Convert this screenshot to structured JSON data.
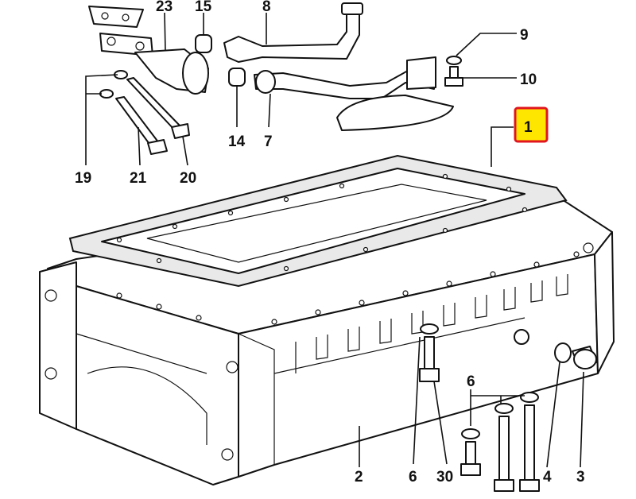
{
  "diagram": {
    "labels": {
      "p23": "23",
      "p15": "15",
      "p8": "8",
      "p9": "9",
      "p10": "10",
      "p14": "14",
      "p7": "7",
      "p1": "1",
      "p19": "19",
      "p21": "21",
      "p20": "20",
      "p6a": "6",
      "p6b": "6",
      "p30": "30",
      "p4": "4",
      "p3": "3",
      "p2": "2"
    },
    "highlight": {
      "part": "1",
      "fill": "#ffe600",
      "border": "#e0151f"
    }
  }
}
